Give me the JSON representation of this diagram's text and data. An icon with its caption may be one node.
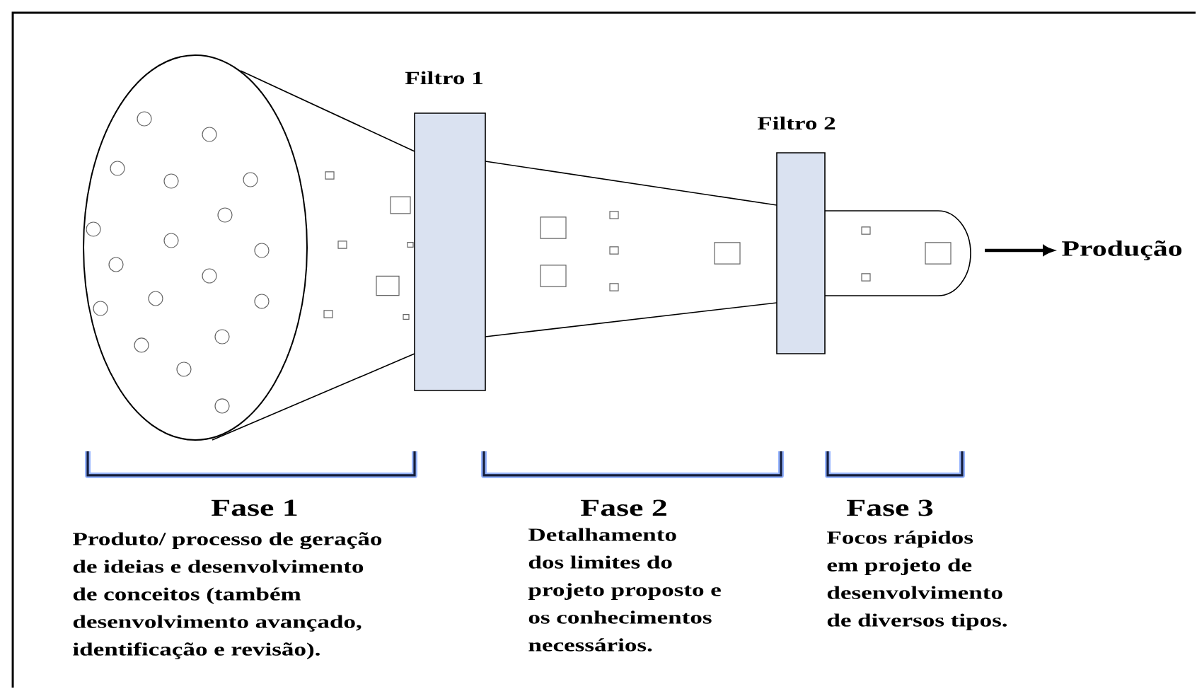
{
  "diagram": {
    "nodes": [
      {
        "text": [
          "Filtro 1"
        ]
      },
      {
        "text": [
          "Filtro 2"
        ]
      },
      {
        "text": [
          "Produção"
        ]
      }
    ],
    "edges": [
      {
        "from": null,
        "to": 2,
        "arrow": "to"
      }
    ],
    "labels": [
      "Fase 1",
      "Produto/ processo de geração de ideias e desenvolvimento de conceitos (também desenvolvimento avançado, identificação e revisão).",
      "Fase 2",
      "Detalhamento dos limites do projeto proposto e os conhecimentos necessários.",
      "Fase 3",
      "Focos rápidos em projeto de desenvolvimento de diversos tipos."
    ]
  }
}
